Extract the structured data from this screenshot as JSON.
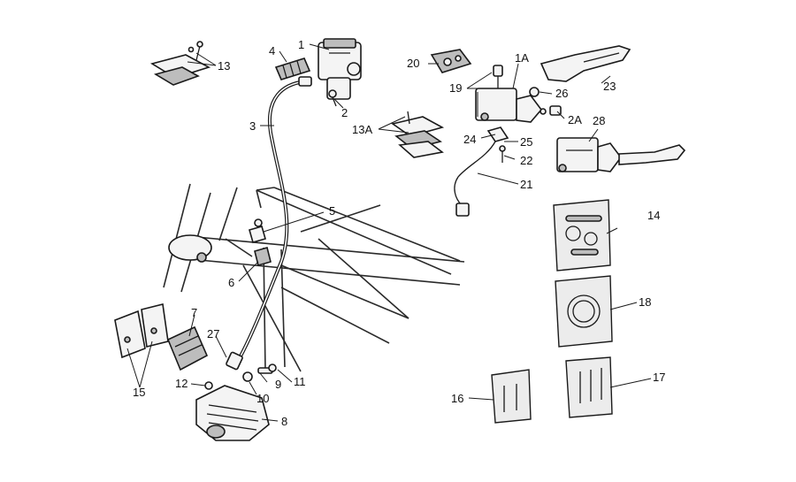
{
  "labels": {
    "l1": "1",
    "l1A": "1A",
    "l2": "2",
    "l2A": "2A",
    "l3": "3",
    "l4": "4",
    "l5": "5",
    "l6": "6",
    "l7": "7",
    "l8": "8",
    "l9": "9",
    "l10": "10",
    "l11": "11",
    "l12": "12",
    "l13": "13",
    "l13A": "13A",
    "l14": "14",
    "l15": "15",
    "l16": "16",
    "l17": "17",
    "l18": "18",
    "l19": "19",
    "l20": "20",
    "l21": "21",
    "l22": "22",
    "l23": "23",
    "l24": "24",
    "l25": "25",
    "l26": "26",
    "l27": "27",
    "l28": "28"
  },
  "colors": {
    "ink": "#1a1a1a",
    "paper": "#ffffff",
    "part_fill": "#f4f4f4",
    "shade": "#bdbdbd"
  }
}
